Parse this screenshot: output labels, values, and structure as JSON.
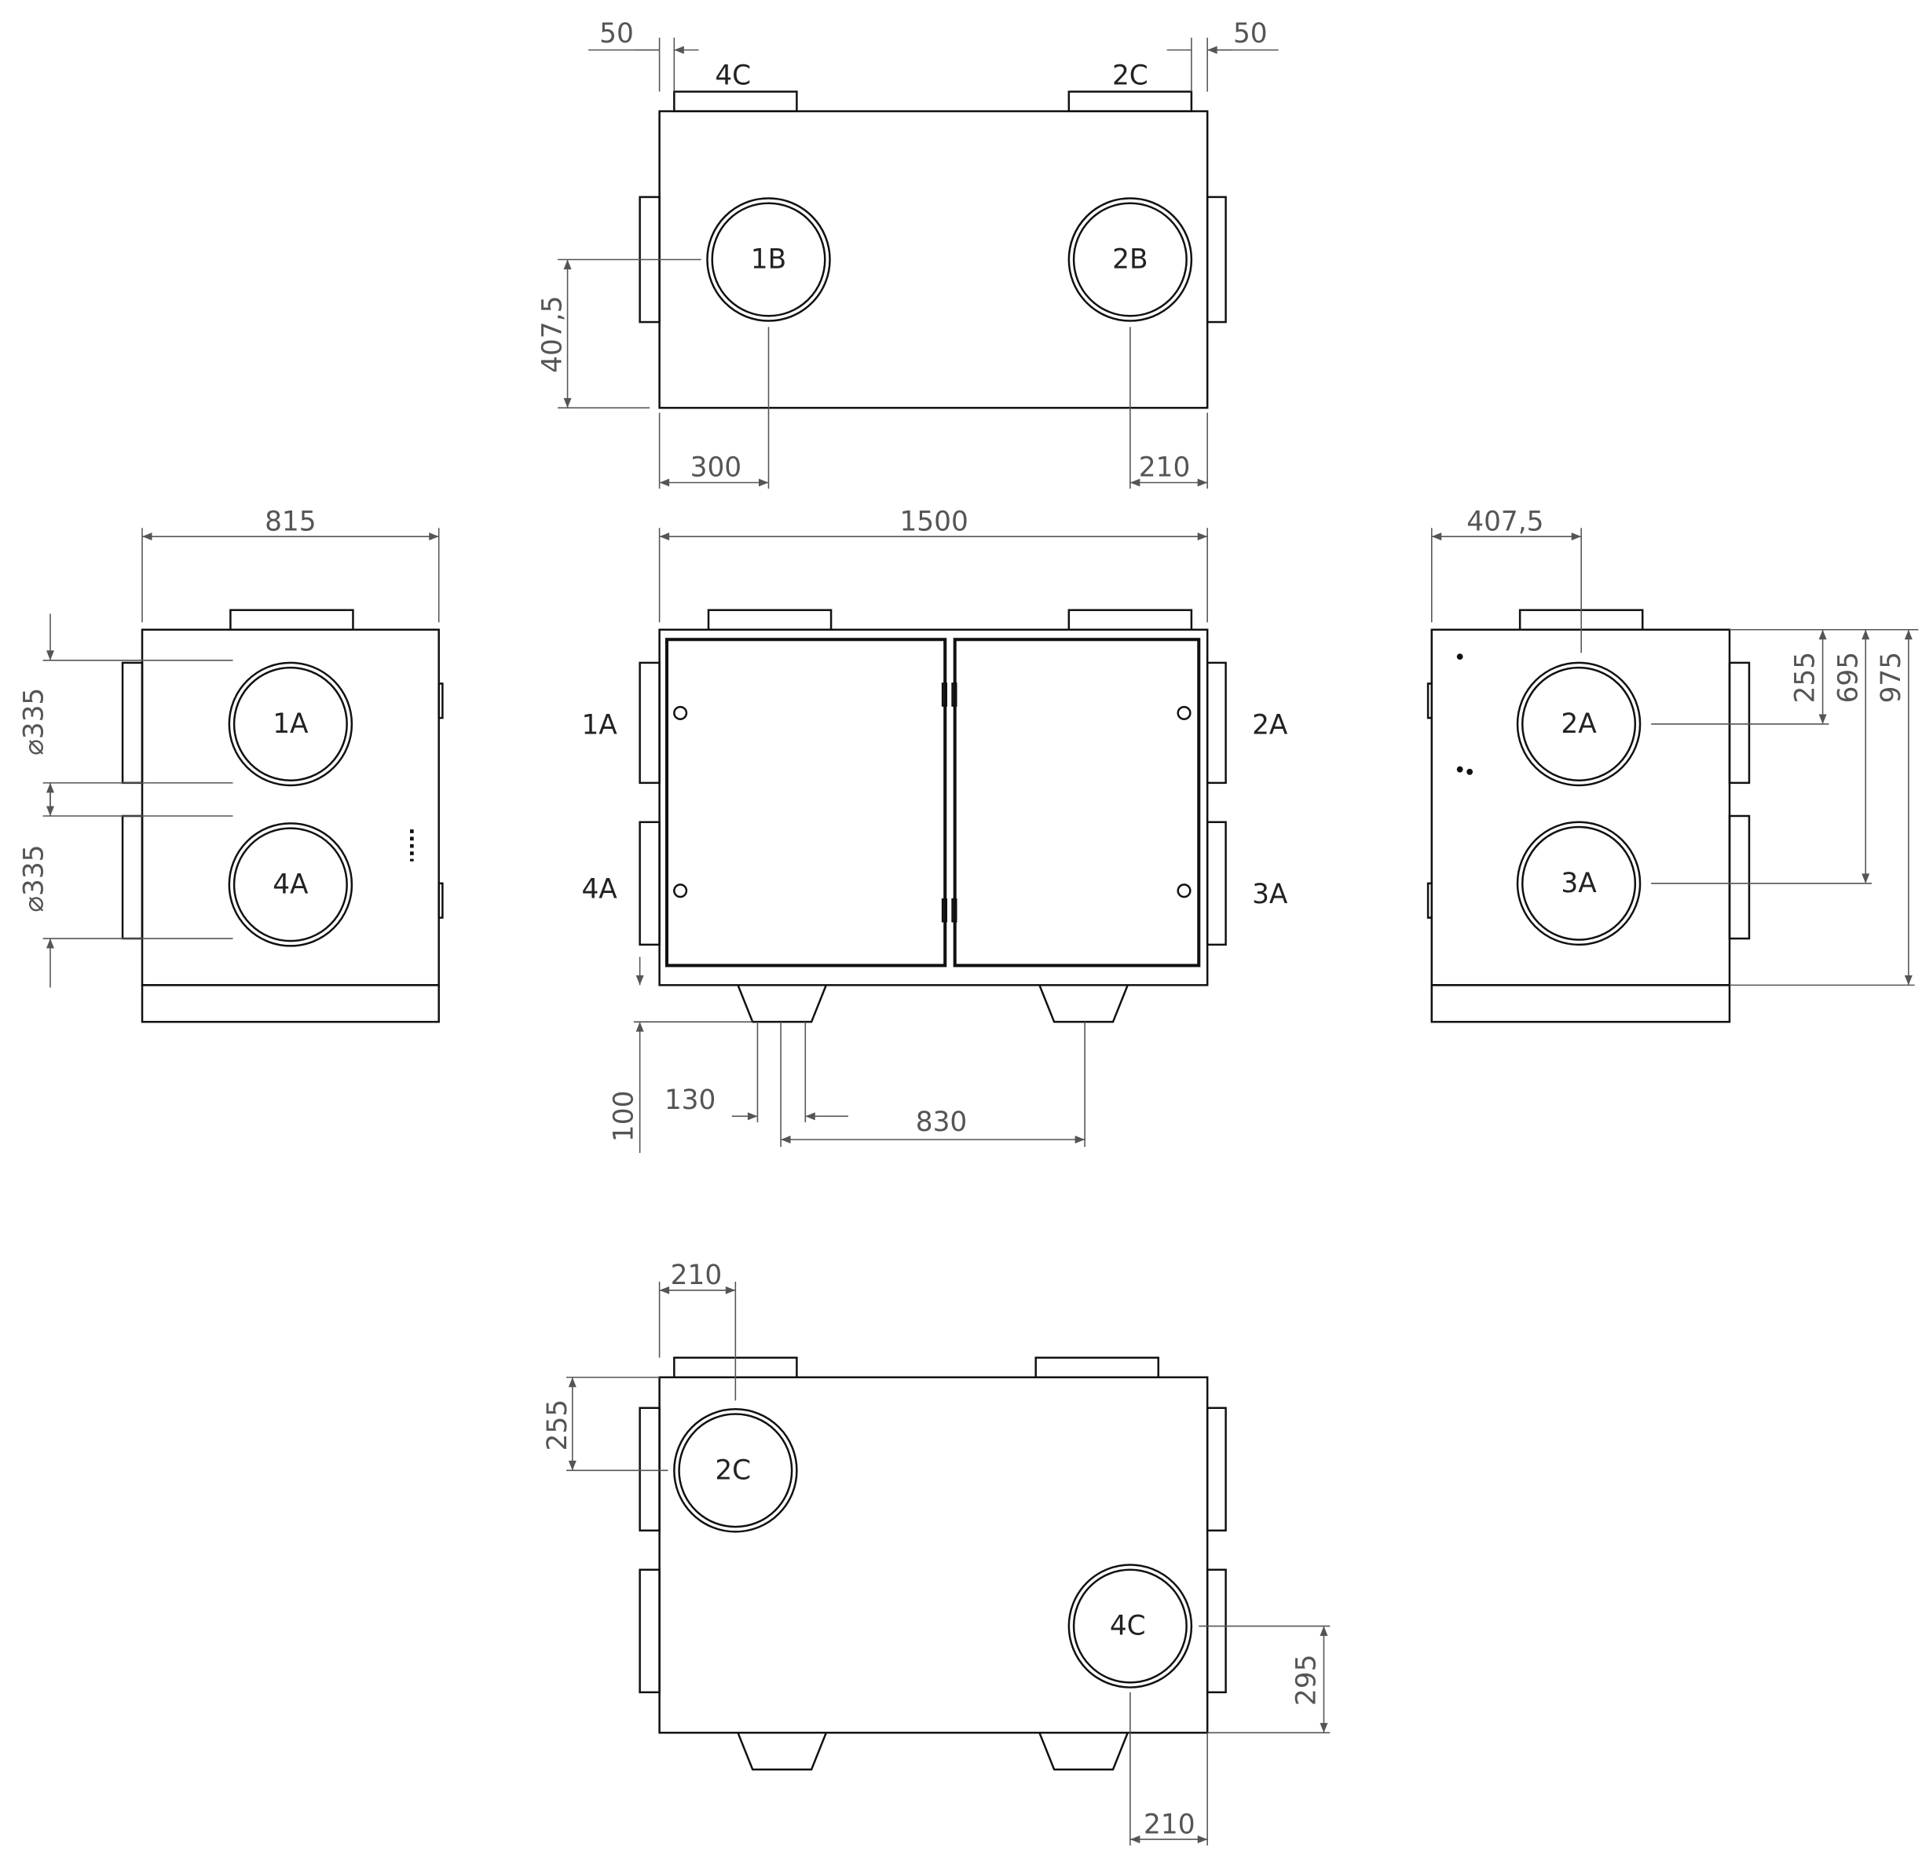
{
  "top_view": {
    "dims": {
      "left_offset": "50",
      "right_offset": "50",
      "height": "407,5",
      "left_x": "300",
      "right_x": "210"
    },
    "ports": {
      "top_left": "4C",
      "top_right": "2C",
      "circle_left": "1B",
      "circle_right": "2B"
    }
  },
  "front_view": {
    "dims": {
      "width": "1500",
      "foot_height": "100",
      "foot_width": "130",
      "foot_spacing": "830"
    },
    "labels": {
      "left_top": "1A",
      "left_bottom": "4A",
      "right_top": "2A",
      "right_bottom": "3A"
    }
  },
  "left_view": {
    "dims": {
      "width": "815",
      "dia_top": "⌀335",
      "dia_bottom": "⌀335"
    },
    "ports": {
      "top": "1A",
      "bottom": "4A"
    }
  },
  "right_view": {
    "dims": {
      "width": "407,5",
      "d255": "255",
      "d695": "695",
      "d975": "975"
    },
    "ports": {
      "top": "2A",
      "bottom": "3A"
    }
  },
  "bottom_view": {
    "dims": {
      "top_x": "210",
      "left_y": "255",
      "right_y": "295",
      "bottom_x": "210"
    },
    "ports": {
      "circle_left": "2C",
      "circle_right": "4C"
    }
  }
}
